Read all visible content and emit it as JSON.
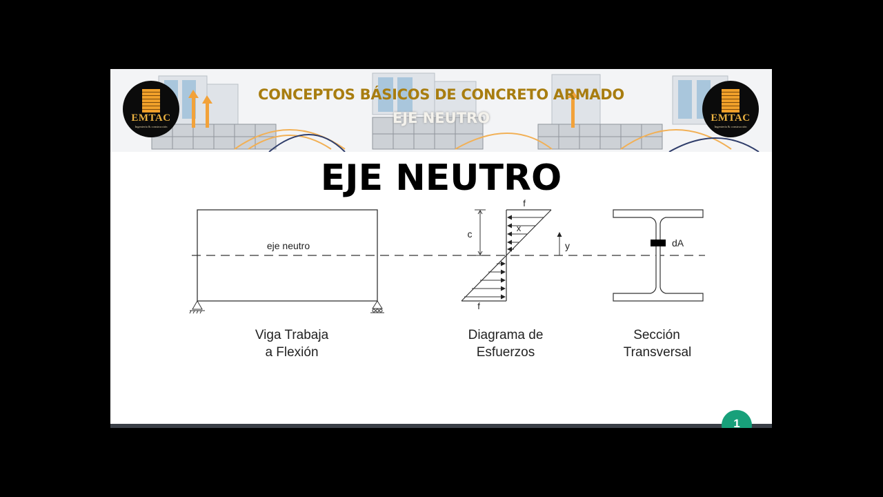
{
  "banner": {
    "title": "CONCEPTOS BÁSICOS DE CONCRETO ARMADO",
    "subtitle": "EJE NEUTRO",
    "logo": {
      "name": "EMTAC",
      "tagline": "Ingeniería & construcción"
    }
  },
  "main_title": "EJE NEUTRO",
  "diagram": {
    "beam": {
      "neutral_axis_label": "eje neutro",
      "caption_line1": "Viga Trabaja",
      "caption_line2": "a Flexión"
    },
    "stress": {
      "top_label": "f",
      "bottom_label": "f",
      "c_label": "c",
      "x_label": "x",
      "y_label": "y",
      "caption_line1": "Diagrama de",
      "caption_line2": "Esfuerzos"
    },
    "section": {
      "dA_label": "dA",
      "caption_line1": "Sección",
      "caption_line2": "Transversal"
    }
  },
  "page_number": "1",
  "colors": {
    "banner_title": "#a87d10",
    "badge": "#18a07a"
  }
}
